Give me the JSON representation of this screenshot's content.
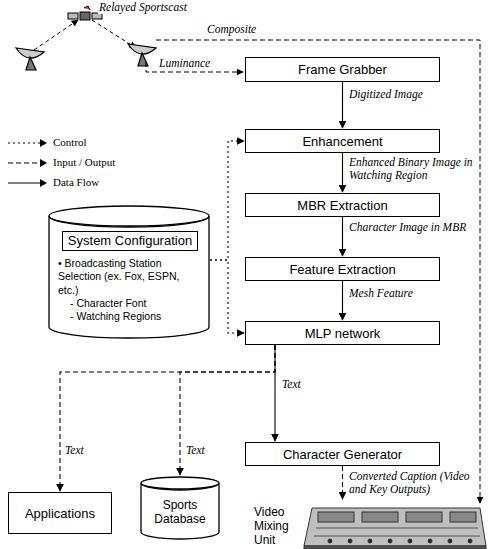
{
  "diagram": {
    "nodes": [
      {
        "text": [
          "Frame Grabber"
        ]
      },
      {
        "text": [
          "Enhancement"
        ]
      },
      {
        "text": [
          "System Configuration",
          "• Broadcasting Station Selection (ex. Fox, ESPN, etc.)",
          "- Character Font",
          "- Watching Regions"
        ]
      },
      {
        "text": [
          "MBR Extraction"
        ]
      },
      {
        "text": [
          "Feature Extraction"
        ]
      },
      {
        "text": [
          "MLP network"
        ]
      },
      {
        "text": [
          "Character Generator"
        ]
      },
      {
        "text": [
          "Applications"
        ]
      },
      {
        "text": [
          "Sports Database"
        ]
      },
      {
        "text": [
          "Video Mixing Unit"
        ]
      }
    ],
    "edges": [
      {
        "from": 0,
        "to": 1,
        "arrow": "to",
        "label": "Digitized Image"
      },
      {
        "from": 1,
        "to": 3,
        "arrow": "to",
        "label": "Enhanced Binary Image in Watching Region"
      },
      {
        "from": 3,
        "to": 4,
        "arrow": "to",
        "label": "Character Image in MBR"
      },
      {
        "from": 4,
        "to": 5,
        "arrow": "to",
        "label": "Mesh Feature"
      },
      {
        "from": 2,
        "to": 1,
        "arrow": "to"
      },
      {
        "from": 2,
        "to": 5,
        "arrow": "to"
      },
      {
        "from": 5,
        "to": 6,
        "arrow": "to",
        "label": "Text"
      },
      {
        "from": 5,
        "to": 7,
        "arrow": "to",
        "label": "Text"
      },
      {
        "from": 5,
        "to": 8,
        "arrow": "to",
        "label": "Text"
      },
      {
        "from": 6,
        "to": 9,
        "arrow": "to",
        "label": "Converted Caption (Video and Key Outputs)"
      }
    ],
    "labels": [
      "Relayed Sportscast",
      "Composite",
      "Luminance"
    ],
    "legend": [
      {
        "text": "Control"
      },
      {
        "text": "Input / Output"
      },
      {
        "text": "Data Flow"
      }
    ]
  }
}
